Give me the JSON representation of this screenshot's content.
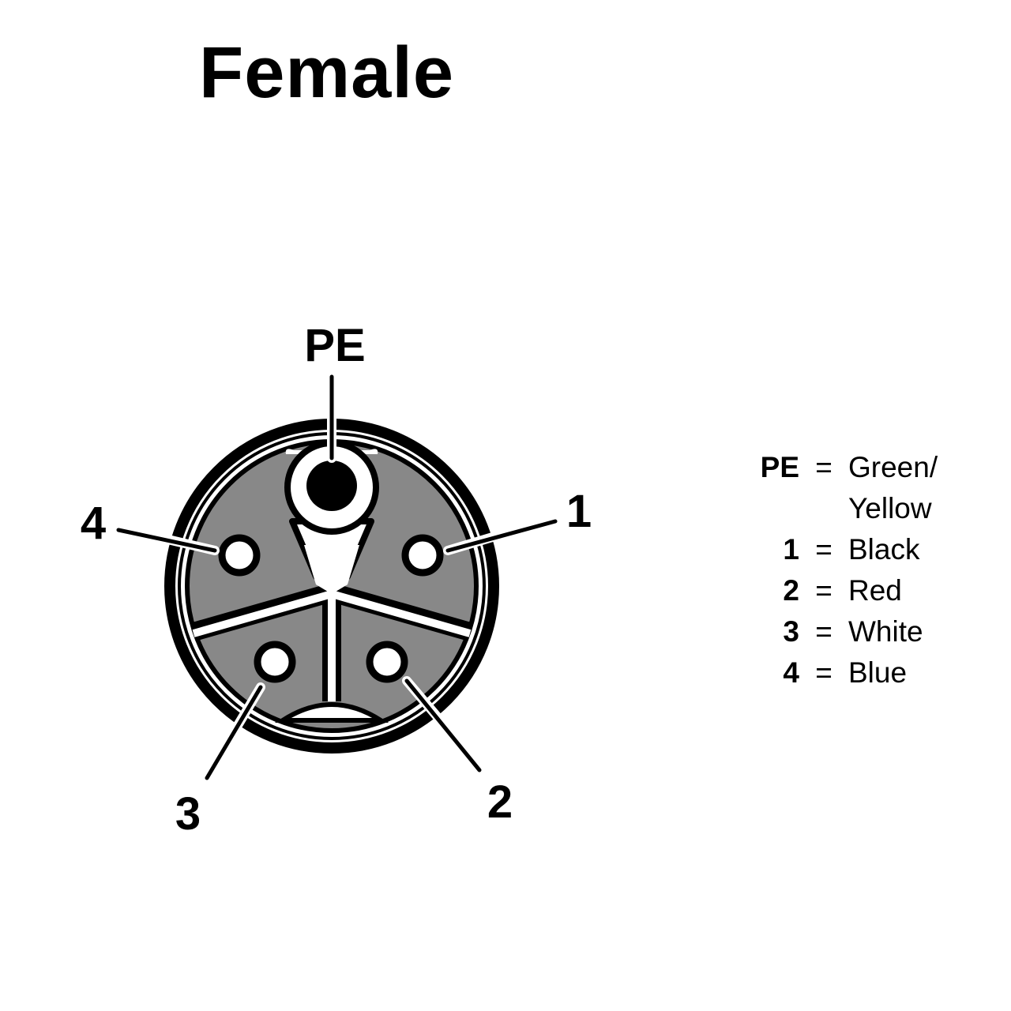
{
  "title": "Female",
  "pins": [
    {
      "id": "PE",
      "label": "PE"
    },
    {
      "id": "1",
      "label": "1"
    },
    {
      "id": "2",
      "label": "2"
    },
    {
      "id": "3",
      "label": "3"
    },
    {
      "id": "4",
      "label": "4"
    }
  ],
  "legend": {
    "separator": "=",
    "rows": [
      {
        "key": "PE",
        "value": "Green/"
      },
      {
        "key": "",
        "value": "Yellow"
      },
      {
        "key": "1",
        "value": "Black"
      },
      {
        "key": "2",
        "value": "Red"
      },
      {
        "key": "3",
        "value": "White"
      },
      {
        "key": "4",
        "value": "Blue"
      }
    ]
  },
  "colors": {
    "insulator": "#888888",
    "line": "#000000",
    "background": "#ffffff"
  }
}
